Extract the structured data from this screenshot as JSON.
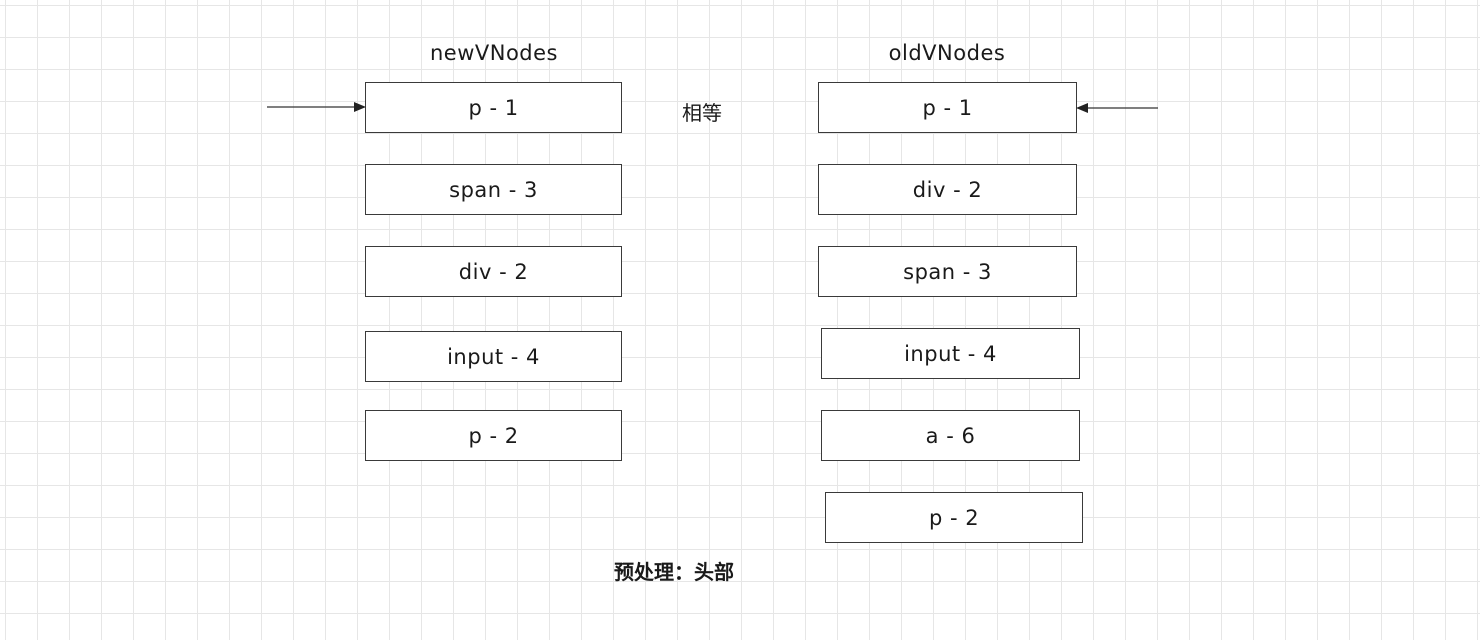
{
  "diagram": {
    "new_title": "newVNodes",
    "old_title": "oldVNodes",
    "new_nodes": [
      "p - 1",
      "span - 3",
      "div - 2",
      "input - 4",
      "p - 2"
    ],
    "old_nodes": [
      "p - 1",
      "div - 2",
      "span - 3",
      "input - 4",
      "a - 6",
      "p - 2"
    ],
    "equal_label": "相等",
    "caption": "预处理：头部"
  }
}
